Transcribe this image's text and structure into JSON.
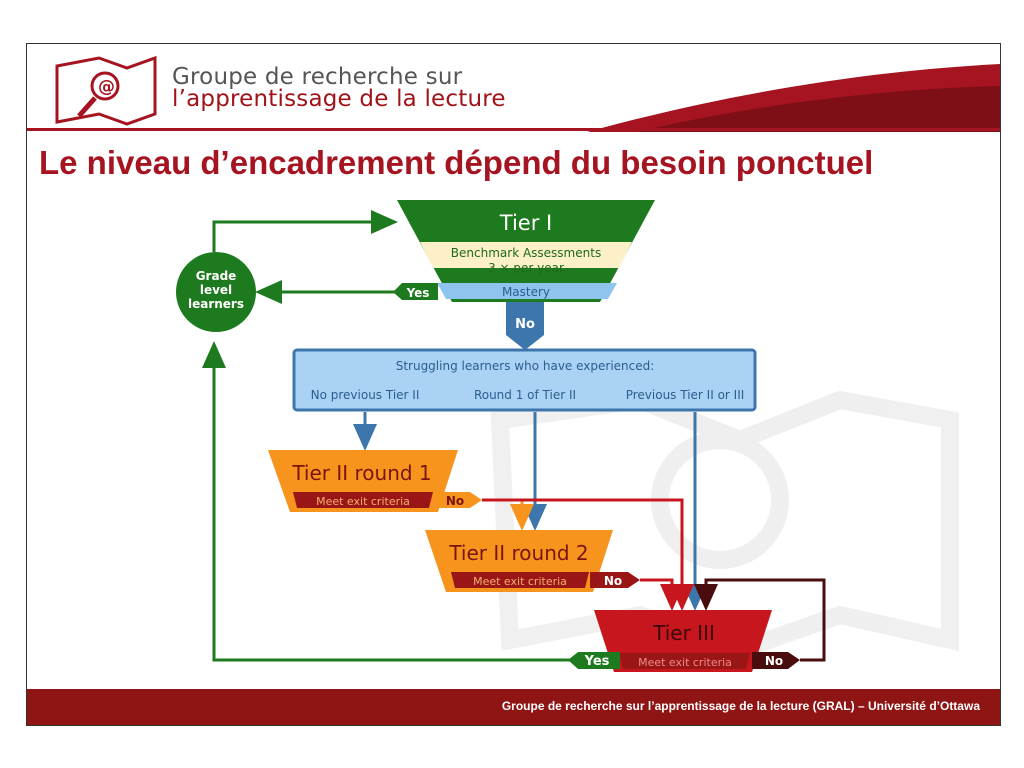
{
  "header": {
    "org_line1": "Groupe de recherche sur",
    "org_line2": "l’apprentissage de la lecture"
  },
  "title": "Le niveau d’encadrement dépend du besoin ponctuel",
  "footer": "Groupe de recherche sur l’apprentissage de la lecture (GRAL) – Université d’Ottawa",
  "diagram": {
    "grade_level": [
      "Grade",
      "level",
      "learners"
    ],
    "tier1": {
      "title": "Tier I",
      "benchmark_line1": "Benchmark Assessments",
      "benchmark_line2": "3 × per year",
      "mastery": "Mastery"
    },
    "yes_label": "Yes",
    "no_label": "No",
    "struggling": {
      "header": "Struggling learners who have experienced:",
      "options": [
        "No previous Tier II",
        "Round 1 of Tier II",
        "Previous Tier II or III"
      ]
    },
    "tier2_round1": {
      "title": "Tier II round 1",
      "exit": "Meet exit criteria"
    },
    "tier2_round2": {
      "title": "Tier II round 2",
      "exit": "Meet exit criteria"
    },
    "tier3": {
      "title": "Tier III",
      "exit": "Meet exit criteria"
    }
  },
  "colors": {
    "brand_red": "#a51420",
    "tier1_green": "#1e7a1e",
    "tier1_cream": "#fbf0c8",
    "mastery_blue": "#8fc4ef",
    "flow_blue": "#3d76ad",
    "panel_blue": "#a9d2f5",
    "tier2_orange": "#f7941e",
    "tier3_red": "#c7161d",
    "exit_darkred": "#9a1616"
  }
}
